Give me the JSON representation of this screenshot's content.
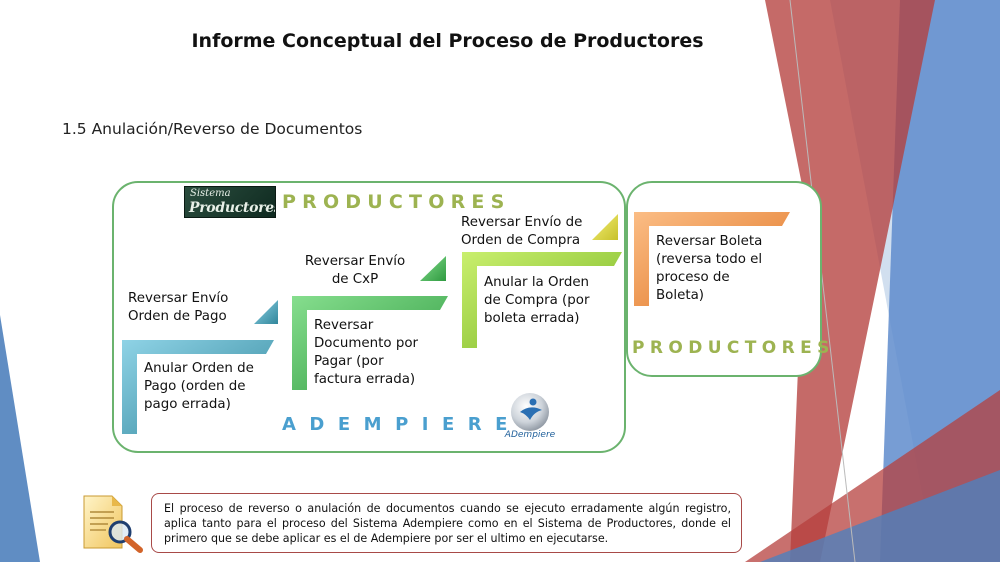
{
  "slide": {
    "title": "Informe Conceptual del Proceso de Productores",
    "subtitle": "1.5 Anulación/Reverso de Documentos"
  },
  "logos": {
    "sistema_line1": "Sistema",
    "sistema_line2": "Productores",
    "adempiere_caption": "ADempiere"
  },
  "diagram": {
    "group_productores_label": "PRODUCTORES",
    "group_adempiere_label": "ADEMPIERE",
    "group_boleta_label": "PRODUCTORES",
    "steps": [
      {
        "action_line1": "Anular Orden de",
        "action_line2": "Pago (orden de",
        "action_line3": "pago errada)",
        "reverse_line1": "Reversar Envío",
        "reverse_line2": "Orden de Pago",
        "color": "#4bacc6"
      },
      {
        "action_line1": "Reversar",
        "action_line2": "Documento por",
        "action_line3": "Pagar (por",
        "action_line4": "factura errada)",
        "reverse_line1": "Reversar Envío",
        "reverse_line2": "de CxP",
        "color": "#4cbb5b"
      },
      {
        "action_line1": "Anular la Orden",
        "action_line2": "de Compra (por",
        "action_line3": "boleta errada)",
        "reverse_line1": "Reversar Envío de",
        "reverse_line2": "Orden de Compra",
        "color": "#9bd13a"
      },
      {
        "action_line1": "Reversar Boleta",
        "action_line2": "(reversa todo el",
        "action_line3": "proceso de",
        "action_line4": "Boleta)",
        "color": "#f79646"
      }
    ]
  },
  "note": {
    "text": "El proceso de reverso o anulación de documentos cuando se ejecuto erradamente algún registro, aplica tanto para el proceso del Sistema Adempiere como en el Sistema de Productores, donde el primero que se debe aplicar es el de Adempiere por ser el ultimo en ejecutarse."
  },
  "colors": {
    "box_border": "#6bb36e",
    "productores_text": "#9db351",
    "adempiere_text": "#4a9fcf",
    "note_border": "#a84a48",
    "accent_red": "#b5403d",
    "accent_blue": "#4f81bd"
  }
}
